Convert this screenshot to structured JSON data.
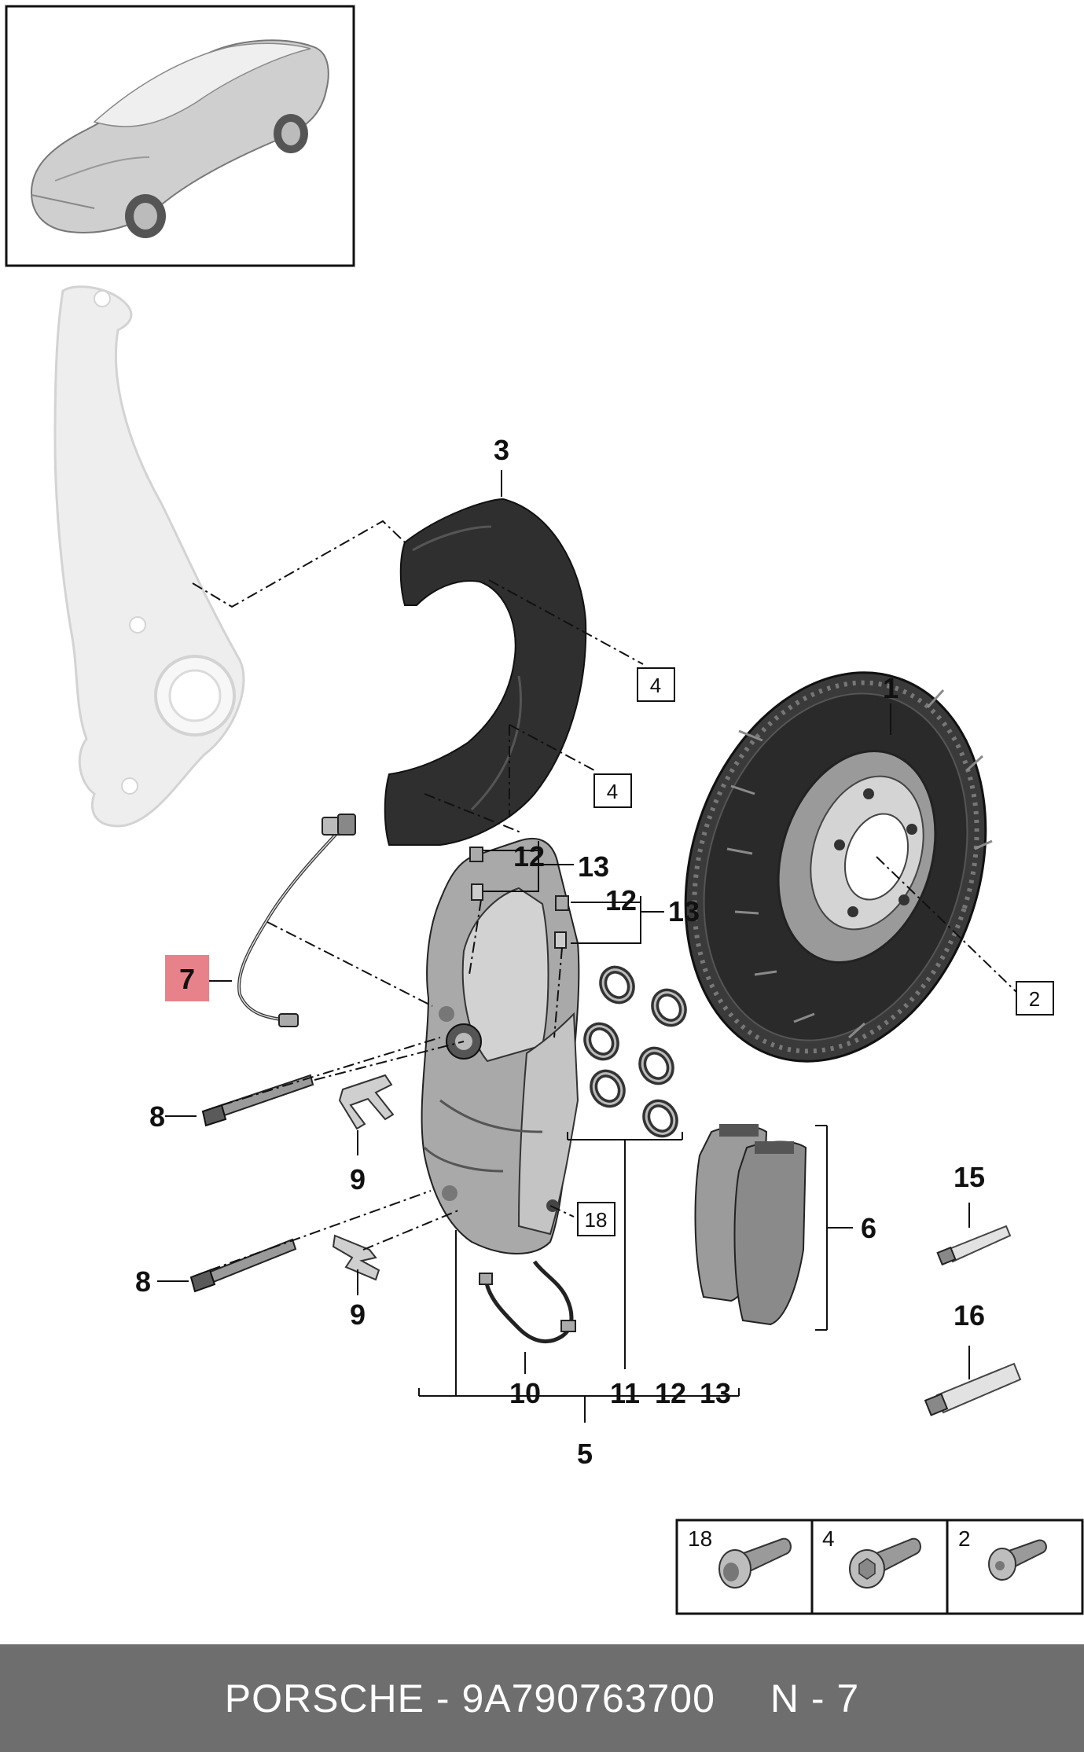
{
  "callouts": {
    "disc": "1",
    "screw_ref_disc": "2",
    "shield": "3",
    "screw_ref_shield_a": "4",
    "screw_ref_shield_b": "4",
    "caliper": "5",
    "pads": "6",
    "wear_sensor": "7",
    "bolt_top": "8",
    "bolt_bottom": "8",
    "clip_top": "9",
    "clip_bottom": "9",
    "brake_line": "10",
    "seals": "11",
    "bleeder_a": "12",
    "bleeder_a_cap": "13",
    "bleeder_b": "12",
    "bleeder_b_cap": "13",
    "bottom_12": "12",
    "bottom_13": "13",
    "paste_15": "15",
    "paste_16": "16",
    "screw_ref_caliper": "18"
  },
  "legend": {
    "cells": [
      {
        "label": "18",
        "icon": "torx-collar-bolt-icon"
      },
      {
        "label": "4",
        "icon": "hex-flange-bolt-icon"
      },
      {
        "label": "2",
        "icon": "countersunk-screw-icon"
      }
    ]
  },
  "footer": {
    "part_text": "PORSCHE - 9A790763700",
    "page_text": "N - 7"
  },
  "colors": {
    "footer_bg": "#6e6e6e",
    "highlight": "#e8828a",
    "part_dark": "#2b2b2b",
    "part_light": "#d8d8d8"
  }
}
